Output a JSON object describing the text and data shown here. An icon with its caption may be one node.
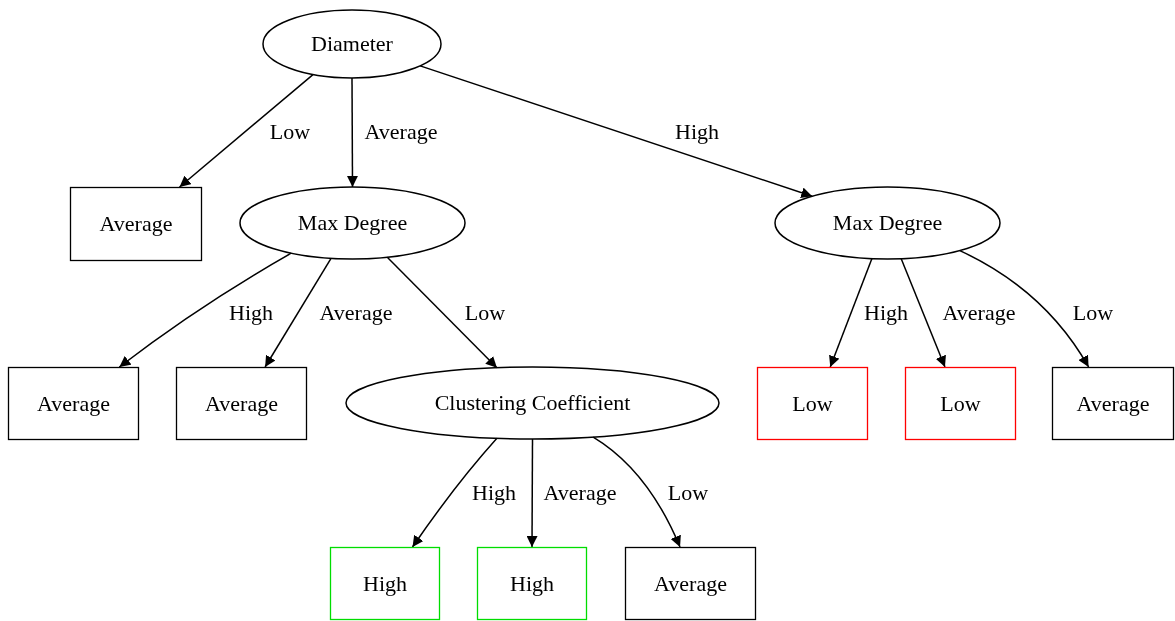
{
  "diagram": {
    "nodes": [
      {
        "text": [
          "Diameter"
        ]
      },
      {
        "text": [
          "Average"
        ]
      },
      {
        "text": [
          "Max Degree"
        ]
      },
      {
        "text": [
          "Max Degree"
        ]
      },
      {
        "text": [
          "Average"
        ]
      },
      {
        "text": [
          "Average"
        ]
      },
      {
        "text": [
          "Clustering Coefficient"
        ]
      },
      {
        "text": [
          "Low"
        ]
      },
      {
        "text": [
          "Low"
        ]
      },
      {
        "text": [
          "Average"
        ]
      },
      {
        "text": [
          "High"
        ]
      },
      {
        "text": [
          "High"
        ]
      },
      {
        "text": [
          "Average"
        ]
      }
    ],
    "edges": [
      {
        "from": 0,
        "to": 1,
        "arrow": "to",
        "label": "Low"
      },
      {
        "from": 0,
        "to": 2,
        "arrow": "to",
        "label": "Average"
      },
      {
        "from": 0,
        "to": 3,
        "arrow": "to",
        "label": "High"
      },
      {
        "from": 2,
        "to": 4,
        "arrow": "to",
        "label": "High"
      },
      {
        "from": 2,
        "to": 5,
        "arrow": "to",
        "label": "Average"
      },
      {
        "from": 2,
        "to": 6,
        "arrow": "to",
        "label": "Low"
      },
      {
        "from": 3,
        "to": 7,
        "arrow": "to",
        "label": "High"
      },
      {
        "from": 3,
        "to": 8,
        "arrow": "to",
        "label": "Average"
      },
      {
        "from": 3,
        "to": 9,
        "arrow": "to",
        "label": "Low"
      },
      {
        "from": 6,
        "to": 10,
        "arrow": "to",
        "label": "High"
      },
      {
        "from": 6,
        "to": 11,
        "arrow": "to",
        "label": "Average"
      },
      {
        "from": 6,
        "to": 12,
        "arrow": "to",
        "label": "Low"
      }
    ]
  }
}
